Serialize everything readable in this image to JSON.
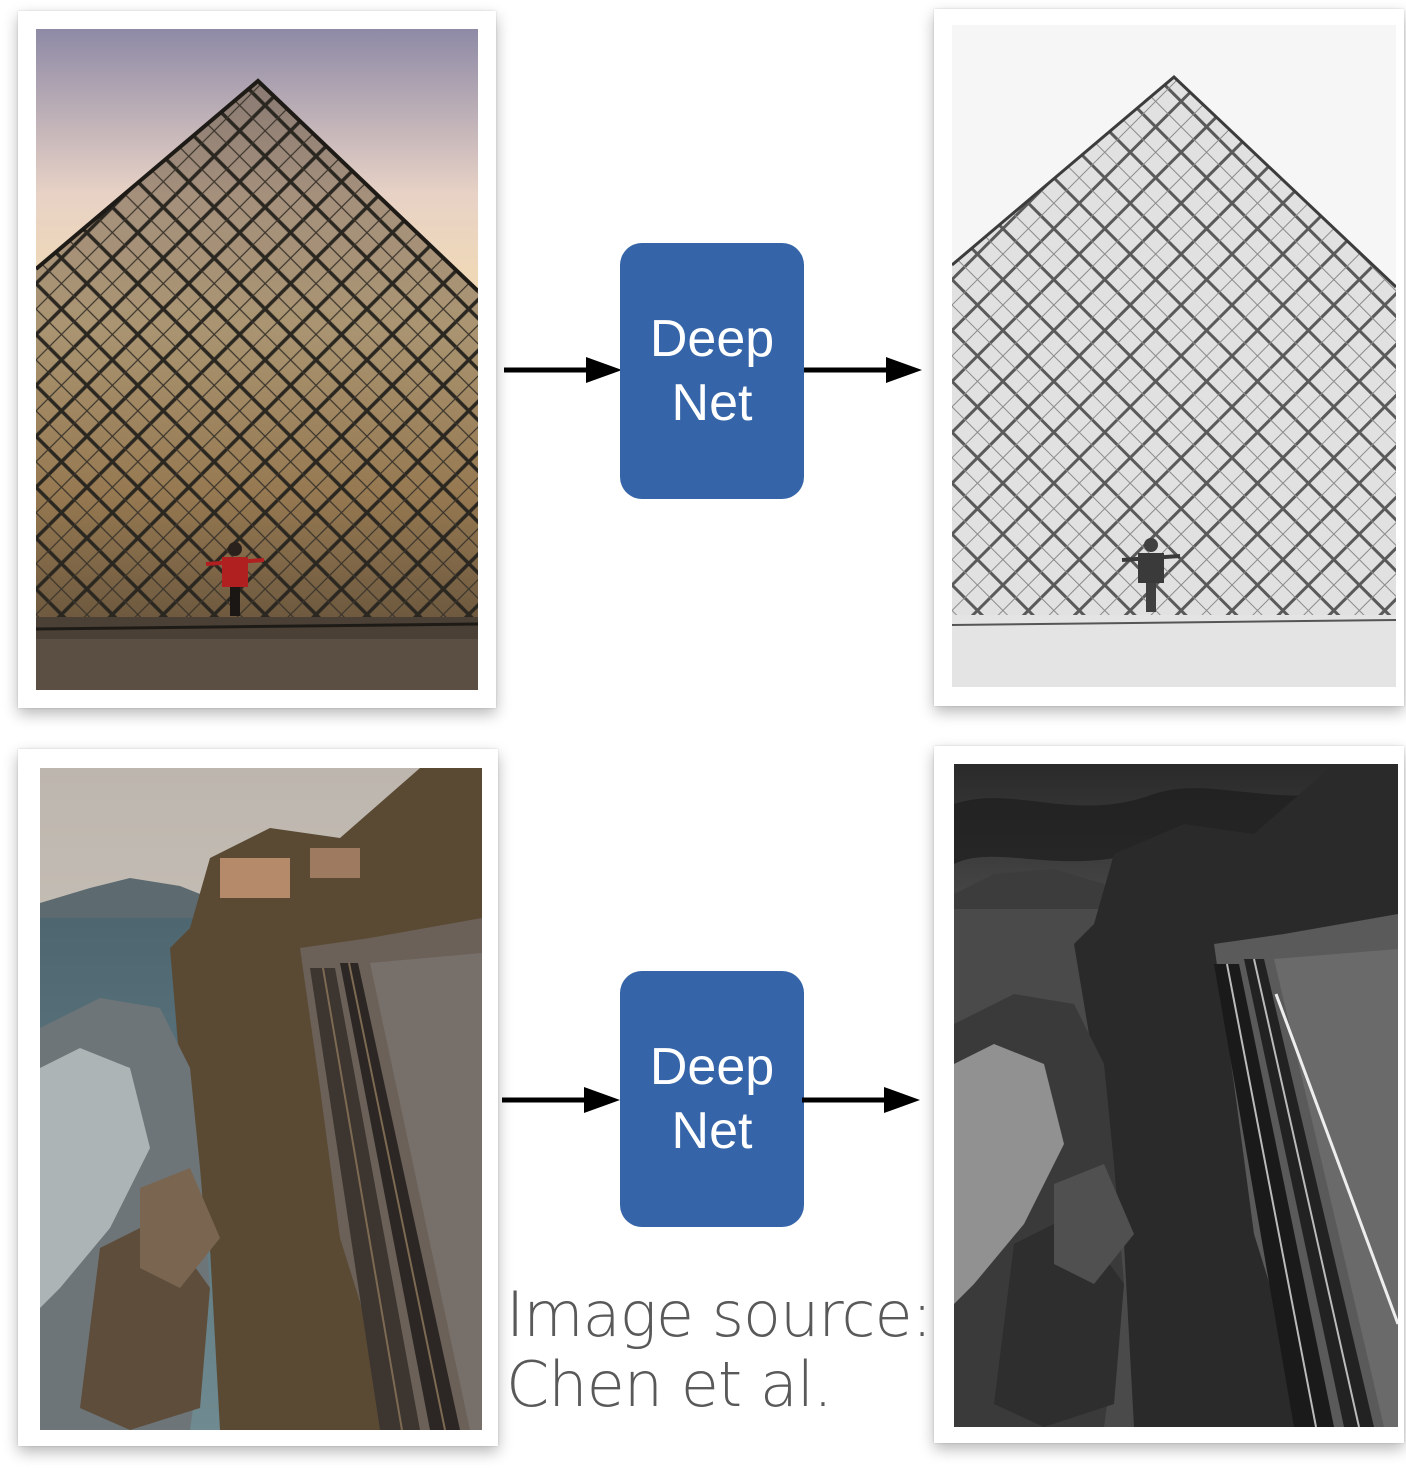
{
  "diagram": {
    "rows": [
      {
        "input_image": "louvre-pyramid-color-photo",
        "process_label_line1": "Deep",
        "process_label_line2": "Net",
        "output_image": "louvre-pyramid-grayscale-output"
      },
      {
        "input_image": "coastal-railway-color-photo",
        "process_label_line1": "Deep",
        "process_label_line2": "Net",
        "output_image": "coastal-railway-bw-output"
      }
    ],
    "caption_line1": "Image source:",
    "caption_line2": "Chen et al."
  },
  "colors": {
    "box_fill": "#3565A8",
    "arrow": "#000000",
    "caption": "#595959"
  }
}
